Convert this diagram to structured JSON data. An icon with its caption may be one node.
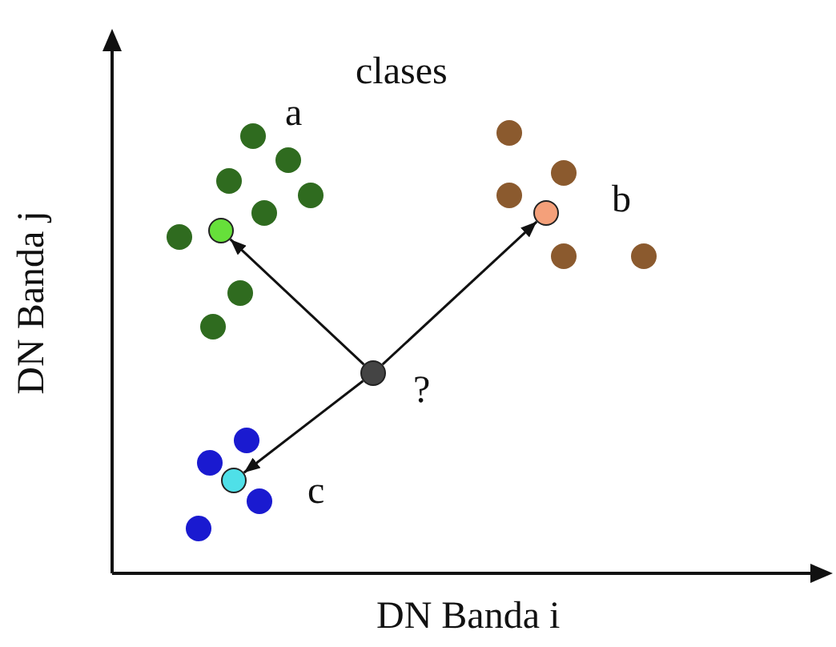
{
  "diagram": {
    "nodes": [
      {
        "text": [],
        "shape": "circle"
      },
      {
        "text": [],
        "shape": "circle"
      },
      {
        "text": [],
        "shape": "circle"
      },
      {
        "text": [],
        "shape": "circle",
        "beside": [
          "?"
        ]
      }
    ],
    "edges": [
      {
        "from": 3,
        "to": 0,
        "arrow": "to"
      },
      {
        "from": 3,
        "to": 1,
        "arrow": "to"
      },
      {
        "from": 3,
        "to": 2,
        "arrow": "to"
      }
    ],
    "labels": [
      "clases",
      "a",
      "b",
      "c",
      "DN Banda j",
      "DN Banda i"
    ]
  }
}
